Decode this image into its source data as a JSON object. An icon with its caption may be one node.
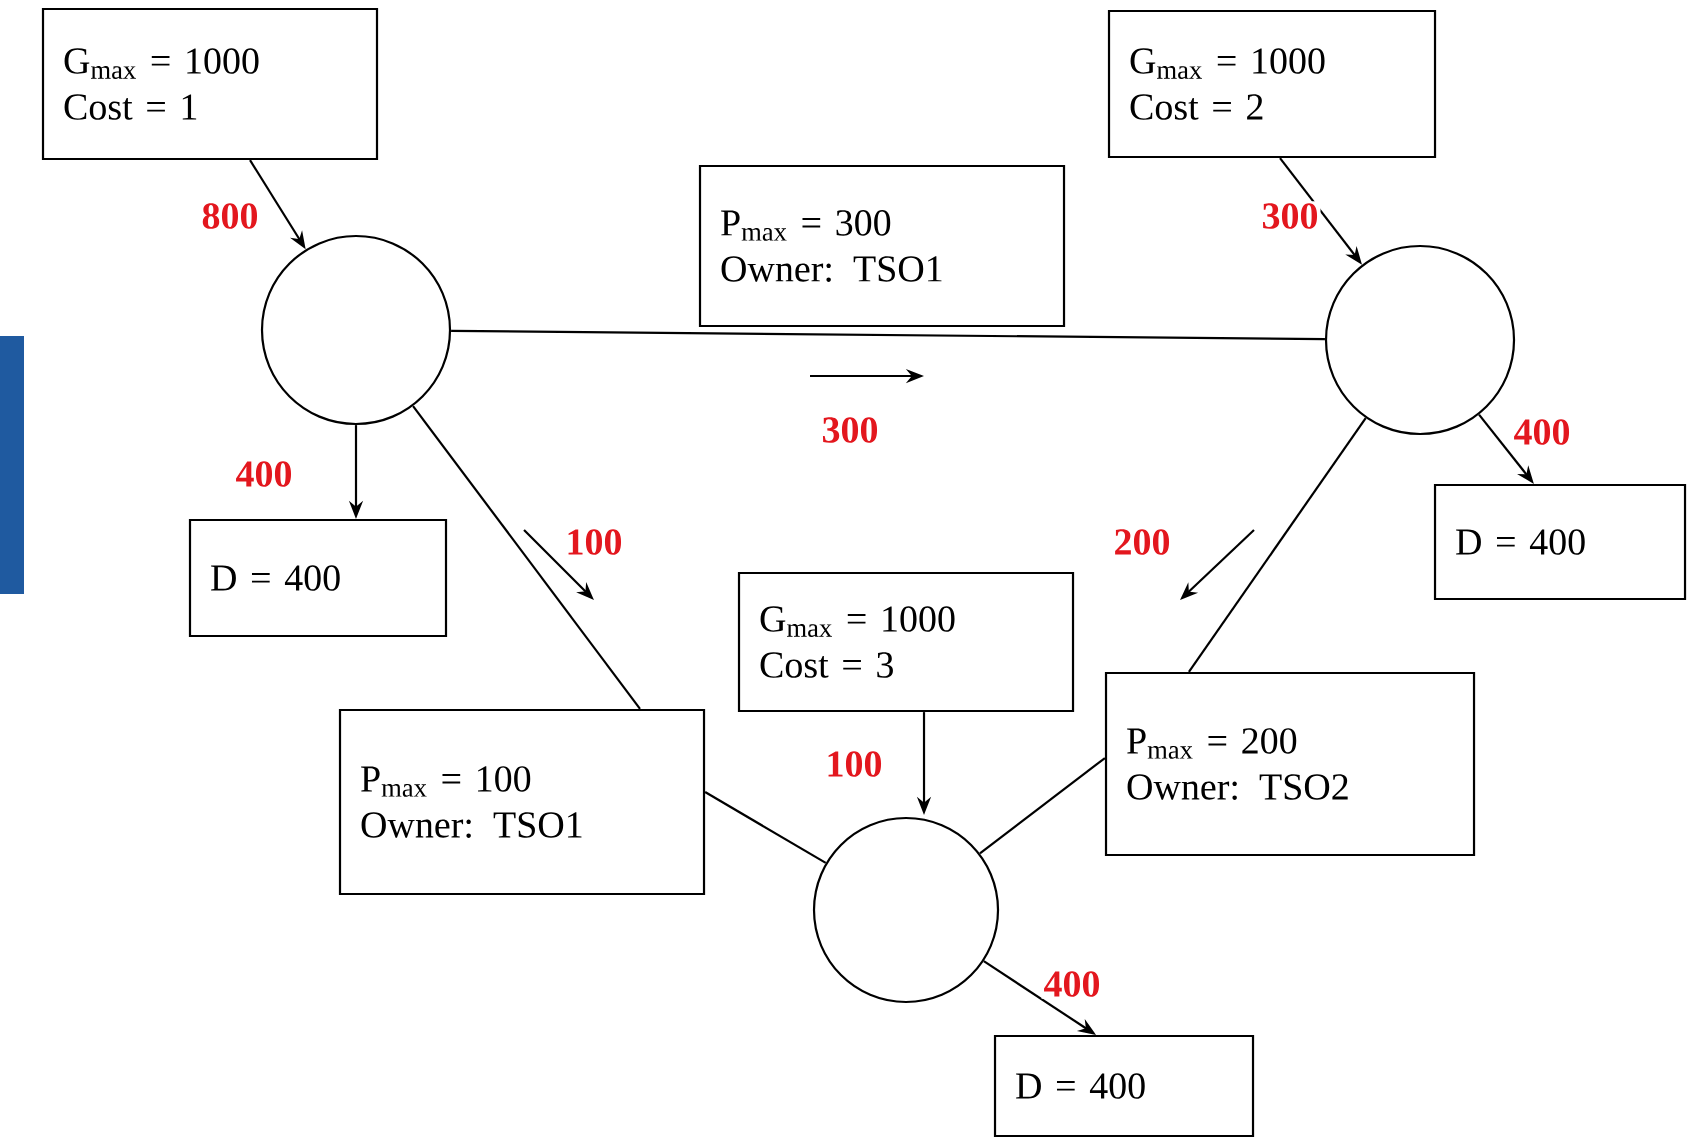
{
  "diagram": {
    "nodes": [
      {
        "text": [
          "G$_{max}$ = 1000",
          "Cost = 1"
        ]
      },
      {
        "text": [],
        "shape": "circle"
      },
      {
        "text": [
          "G$_{max}$ = 1000",
          "Cost = 2"
        ]
      },
      {
        "text": [],
        "shape": "circle"
      },
      {
        "text": [
          "P$_{max}$ = 300",
          "Owner: TSO1"
        ]
      },
      {
        "text": [
          "D = 400"
        ]
      },
      {
        "text": [
          "D = 400"
        ]
      },
      {
        "text": [
          "P$_{max}$ = 100",
          "Owner: TSO1"
        ]
      },
      {
        "text": [
          "G$_{max}$ = 1000",
          "Cost = 3"
        ]
      },
      {
        "text": [
          "P$_{max}$ = 200",
          "Owner: TSO2"
        ]
      },
      {
        "text": [],
        "shape": "circle"
      },
      {
        "text": [
          "D = 400"
        ]
      }
    ],
    "edges": [
      {
        "from": 0,
        "to": 1,
        "arrow": "to",
        "label": "800"
      },
      {
        "from": 1,
        "to": 3,
        "arrow": "none"
      },
      {
        "from": 2,
        "to": 3,
        "arrow": "to",
        "label": "300"
      },
      {
        "from": 1,
        "to": 5,
        "arrow": "to",
        "label": "400"
      },
      {
        "from": 3,
        "to": 6,
        "arrow": "to",
        "label": "400"
      },
      {
        "from": 1,
        "to": 7,
        "arrow": "none"
      },
      {
        "from": 7,
        "to": 10,
        "arrow": "none"
      },
      {
        "from": 3,
        "to": 9,
        "arrow": "none"
      },
      {
        "from": 9,
        "to": 10,
        "arrow": "none"
      },
      {
        "from": 8,
        "to": 10,
        "arrow": "to",
        "label": "100"
      },
      {
        "from": 10,
        "to": 11,
        "arrow": "to",
        "label": "400"
      }
    ],
    "labels": [
      "300",
      "100",
      "200"
    ]
  }
}
